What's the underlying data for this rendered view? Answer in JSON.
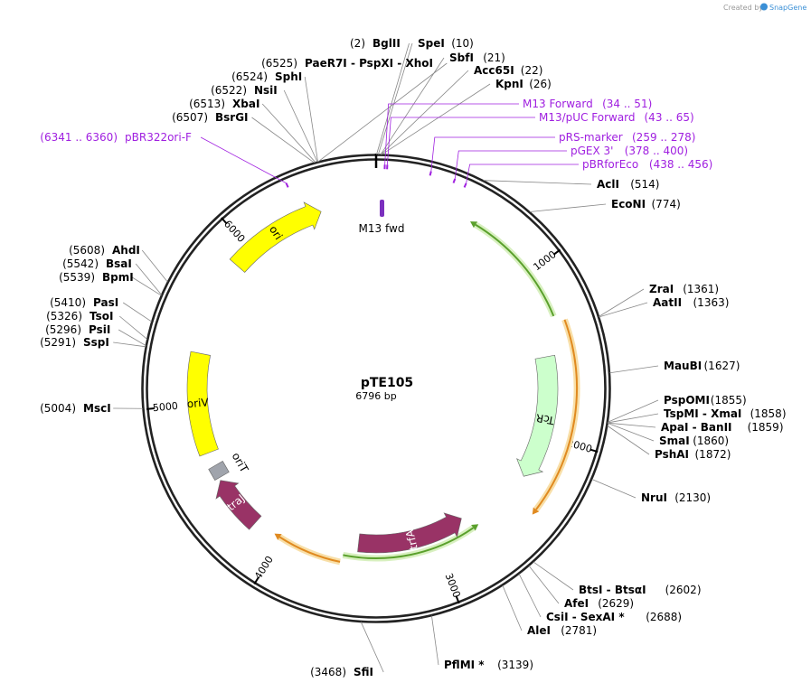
{
  "credit": {
    "prefix": "Created by",
    "brand": "SnapGene"
  },
  "plasmid": {
    "name": "pTE105",
    "size_label": "6796 bp",
    "total_bp": 6796
  },
  "features": [
    {
      "name": "ori",
      "start": 5880,
      "end": 6470,
      "dir": 1,
      "color": "#ffff00",
      "text": "#000000"
    },
    {
      "name": "oriV",
      "start": 4700,
      "end": 5310,
      "dir": 0,
      "color": "#ffff00",
      "text": "#000000"
    },
    {
      "name": "oriT",
      "color": "#a0a4ac",
      "text": "#000000"
    },
    {
      "name": "traJ",
      "start": 4190,
      "end": 4520,
      "dir": 1,
      "color": "#993366",
      "text": "#ffffff"
    },
    {
      "name": "trfA",
      "start": 2770,
      "end": 3520,
      "dir": -1,
      "color": "#993366",
      "text": "#ffffff"
    },
    {
      "name": "TcR",
      "start": 1500,
      "end": 2280,
      "dir": 1,
      "color": "#ccffcc",
      "text": "#000000"
    },
    {
      "name": "M13 fwd",
      "color": "#7b2fbe",
      "text": "#000000"
    }
  ],
  "arcs": [
    {
      "kind": "green",
      "start": 590,
      "end": 1280,
      "dir": -1
    },
    {
      "kind": "orange",
      "start": 1320,
      "end": 2400,
      "dir": 1
    },
    {
      "kind": "green",
      "start": 2740,
      "end": 3610,
      "dir": -1
    },
    {
      "kind": "orange",
      "start": 3620,
      "end": 4020,
      "dir": 1
    }
  ],
  "ticks": [
    {
      "bp": 1000,
      "label": "1000"
    },
    {
      "bp": 2000,
      "label": "2000"
    },
    {
      "bp": 3000,
      "label": "3000"
    },
    {
      "bp": 4000,
      "label": "4000"
    },
    {
      "bp": 5000,
      "label": "5000"
    },
    {
      "bp": 6000,
      "label": "6000"
    }
  ],
  "sites": [
    {
      "name": "BglII",
      "pos": "(2)",
      "bp": 2,
      "side": "left"
    },
    {
      "name": "SpeI",
      "pos": "(10)",
      "bp": 10,
      "side": "right"
    },
    {
      "name": "SbfI",
      "pos": "(21)",
      "bp": 21,
      "side": "right"
    },
    {
      "name": "Acc65I",
      "pos": "(22)",
      "bp": 22,
      "side": "right"
    },
    {
      "name": "KpnI",
      "pos": "(26)",
      "bp": 26,
      "side": "right"
    },
    {
      "name": "AclI",
      "pos": "(514)",
      "bp": 514,
      "side": "right"
    },
    {
      "name": "EcoNI",
      "pos": "(774)",
      "bp": 774,
      "side": "right"
    },
    {
      "name": "ZraI",
      "pos": "(1361)",
      "bp": 1361,
      "side": "right"
    },
    {
      "name": "AatII",
      "pos": "(1363)",
      "bp": 1363,
      "side": "right"
    },
    {
      "name": "MauBI",
      "pos": "(1627)",
      "bp": 1627,
      "side": "right"
    },
    {
      "name": "PspOMI",
      "pos": "(1855)",
      "bp": 1855,
      "side": "right"
    },
    {
      "name": "TspMI - XmaI",
      "pos": "(1858)",
      "bp": 1858,
      "side": "right"
    },
    {
      "name": "ApaI - BanII",
      "pos": "(1859)",
      "bp": 1859,
      "side": "right"
    },
    {
      "name": "SmaI",
      "pos": "(1860)",
      "bp": 1860,
      "side": "right"
    },
    {
      "name": "PshAI",
      "pos": "(1872)",
      "bp": 1872,
      "side": "right"
    },
    {
      "name": "NruI",
      "pos": "(2130)",
      "bp": 2130,
      "side": "right"
    },
    {
      "name": "BtsI - BtsαI",
      "pos": "(2602)",
      "bp": 2602,
      "side": "right"
    },
    {
      "name": "AfeI",
      "pos": "(2629)",
      "bp": 2629,
      "side": "right"
    },
    {
      "name": "CsiI - SexAI *",
      "pos": "(2688)",
      "bp": 2688,
      "side": "right"
    },
    {
      "name": "AleI",
      "pos": "(2781)",
      "bp": 2781,
      "side": "right"
    },
    {
      "name": "PflMI *",
      "pos": "(3139)",
      "bp": 3139,
      "side": "right"
    },
    {
      "name": "SfiI",
      "pos": "(3468)",
      "bp": 3468,
      "side": "left"
    },
    {
      "name": "MscI",
      "pos": "(5004)",
      "bp": 5004,
      "side": "left"
    },
    {
      "name": "SspI",
      "pos": "(5291)",
      "bp": 5291,
      "side": "left"
    },
    {
      "name": "PsiI",
      "pos": "(5296)",
      "bp": 5296,
      "side": "left"
    },
    {
      "name": "TsoI",
      "pos": "(5326)",
      "bp": 5326,
      "side": "left"
    },
    {
      "name": "PasI",
      "pos": "(5410)",
      "bp": 5410,
      "side": "left"
    },
    {
      "name": "BpmI",
      "pos": "(5539)",
      "bp": 5539,
      "side": "left"
    },
    {
      "name": "BsaI",
      "pos": "(5542)",
      "bp": 5542,
      "side": "left"
    },
    {
      "name": "AhdI",
      "pos": "(5608)",
      "bp": 5608,
      "side": "left"
    },
    {
      "name": "BsrGI",
      "pos": "(6507)",
      "bp": 6507,
      "side": "left"
    },
    {
      "name": "XbaI",
      "pos": "(6513)",
      "bp": 6513,
      "side": "left"
    },
    {
      "name": "NsiI",
      "pos": "(6522)",
      "bp": 6522,
      "side": "left"
    },
    {
      "name": "SphI",
      "pos": "(6524)",
      "bp": 6524,
      "side": "left"
    },
    {
      "name": "PaeR7I - PspXI - XhoI",
      "pos": "(6525)",
      "bp": 6525,
      "side": "left"
    }
  ],
  "primers": [
    {
      "name": "M13 Forward",
      "pos": "(34 .. 51)",
      "bp": 42,
      "side": "right"
    },
    {
      "name": "M13/pUC Forward",
      "pos": "(43 .. 65)",
      "bp": 54,
      "side": "right"
    },
    {
      "name": "pRS-marker",
      "pos": "(259 .. 278)",
      "bp": 268,
      "side": "right"
    },
    {
      "name": "pGEX 3'",
      "pos": "(378 .. 400)",
      "bp": 389,
      "side": "right"
    },
    {
      "name": "pBRforEco",
      "pos": "(438 .. 456)",
      "bp": 447,
      "side": "right"
    },
    {
      "name": "pBR322ori-F",
      "pos": "(6341 .. 6360)",
      "bp": 6350,
      "side": "left"
    }
  ]
}
